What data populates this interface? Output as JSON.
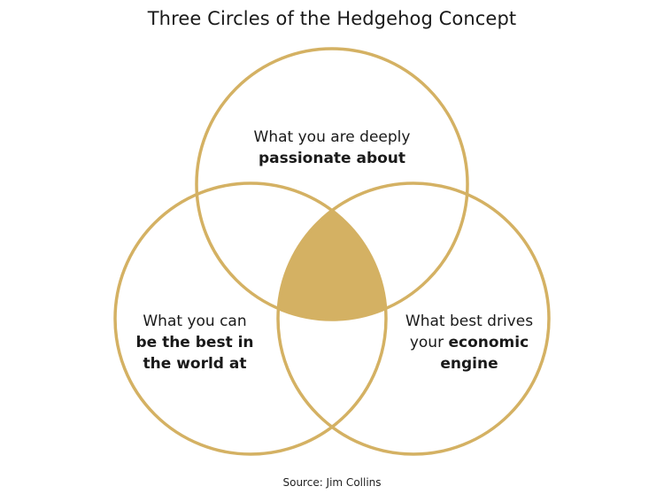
{
  "title": "Three Circles of the Hedgehog Concept",
  "circles": {
    "top": {
      "line1": "What you are deeply",
      "bold": "passionate about"
    },
    "left": {
      "line1": "What you can",
      "bold1": "be the best in",
      "bold2": "the world at"
    },
    "right": {
      "line1": "What best drives",
      "line2_plain": "your ",
      "line2_bold": "economic",
      "bold": "engine"
    }
  },
  "source": "Source: Jim Collins",
  "colors": {
    "accent": "#d4b163",
    "text": "#1a1a1a",
    "background": "#ffffff"
  }
}
